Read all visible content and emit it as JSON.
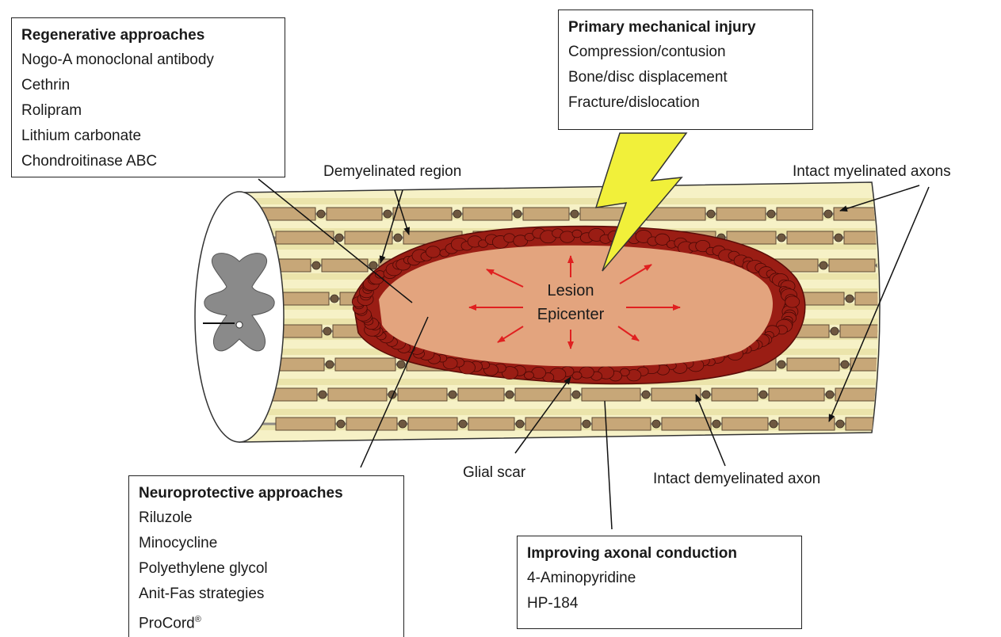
{
  "boxes": {
    "regenerative": {
      "title": "Regenerative approaches",
      "items": [
        "Nogo-A monoclonal antibody",
        "Cethrin",
        "Rolipram",
        "Lithium carbonate",
        "Chondroitinase ABC"
      ]
    },
    "primary": {
      "title": "Primary mechanical injury",
      "items": [
        "Compression/contusion",
        "Bone/disc displacement",
        "Fracture/dislocation"
      ]
    },
    "neuroprotective": {
      "title": "Neuroprotective approaches",
      "items": [
        "Riluzole",
        "Minocycline",
        "Polyethylene glycol",
        "Anit-Fas strategies",
        "ProCord",
        "®"
      ]
    },
    "conduction": {
      "title": "Improving axonal conduction",
      "items": [
        "4-Aminopyridine",
        "HP-184"
      ]
    }
  },
  "labels": {
    "demyelinated_region": "Demyelinated region",
    "intact_myelinated": "Intact myelinated axons",
    "glial_scar": "Glial scar",
    "intact_demyelinated": "Intact demyelinated axon",
    "lesion_line1": "Lesion",
    "lesion_line2": "Epicenter"
  },
  "colors": {
    "cord_fill": "#f6f1c6",
    "cord_stripe": "#e2d996",
    "myelin": "#c7a778",
    "node": "#6e5840",
    "lesion_core": "#e3a47e",
    "scar": "#9a1d14",
    "bolt": "#f1f03a",
    "arrow_red": "#e02020",
    "grey_matter": "#8a8a8a"
  }
}
